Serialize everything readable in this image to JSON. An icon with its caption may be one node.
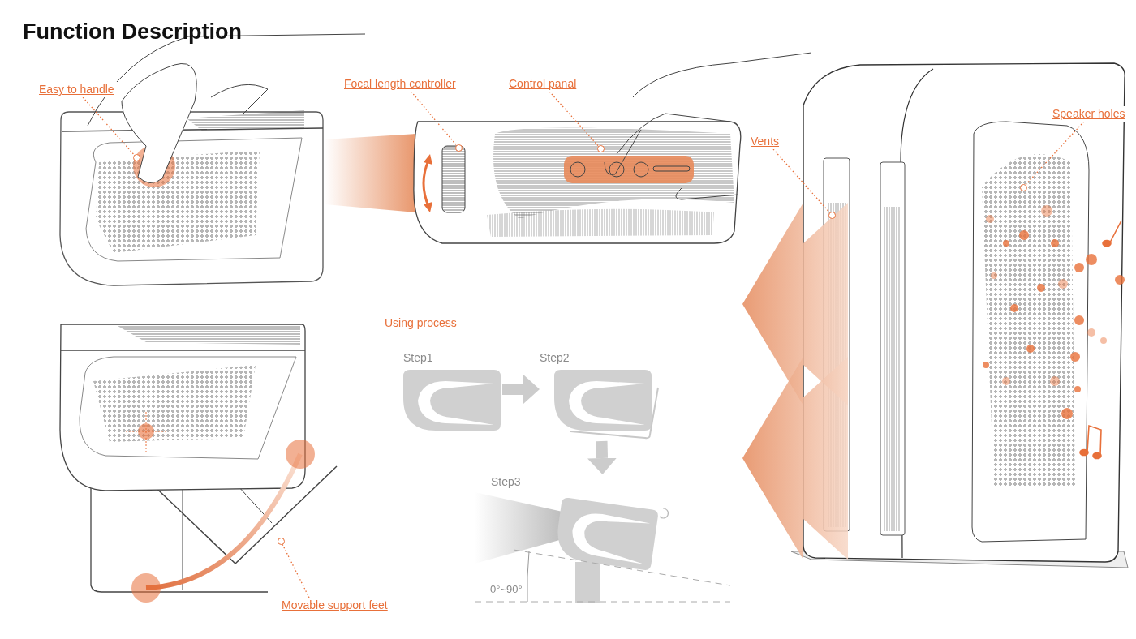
{
  "diagram": {
    "title": "Function Description",
    "nodes": [
      {
        "text": [
          "Easy to handle"
        ]
      },
      {
        "text": [],
        "shape": "circle"
      },
      {
        "text": [
          "Focal length controller"
        ]
      },
      {
        "text": [],
        "shape": "circle"
      },
      {
        "text": [
          "Control panal"
        ]
      },
      {
        "text": [],
        "shape": "circle"
      },
      {
        "text": [
          "Vents"
        ]
      },
      {
        "text": [],
        "shape": "circle"
      },
      {
        "text": [
          "Speaker holes"
        ]
      },
      {
        "text": [],
        "shape": "circle"
      },
      {
        "text": [
          "Movable support feet"
        ]
      },
      {
        "text": [],
        "shape": "circle"
      },
      {
        "text": [
          "Step1"
        ]
      },
      {
        "text": [
          "Step2"
        ]
      },
      {
        "text": [
          "Step3"
        ]
      }
    ],
    "edges": [
      {
        "from": 0,
        "to": 1,
        "arrow": "none",
        "style": "dashed"
      },
      {
        "from": 2,
        "to": 3,
        "arrow": "none",
        "style": "dashed"
      },
      {
        "from": 4,
        "to": 5,
        "arrow": "none",
        "style": "dashed"
      },
      {
        "from": 6,
        "to": 7,
        "arrow": "none",
        "style": "dashed"
      },
      {
        "from": 8,
        "to": 9,
        "arrow": "none",
        "style": "dashed"
      },
      {
        "from": 10,
        "to": 11,
        "arrow": "none",
        "style": "dashed"
      },
      {
        "from": 12,
        "to": 13,
        "arrow": "to",
        "style": "thick",
        "color": "#cccccc"
      },
      {
        "from": 13,
        "to": 14,
        "arrow": "to",
        "style": "thick",
        "color": "#cccccc"
      }
    ],
    "labels": [
      "Using process",
      "0°~90°"
    ]
  }
}
